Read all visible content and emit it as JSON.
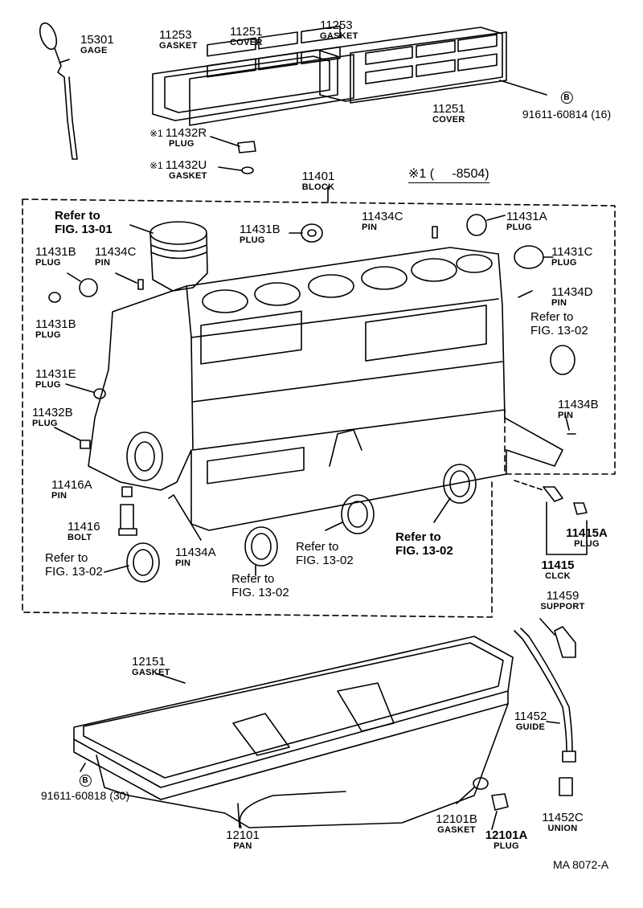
{
  "diagram_code": "MA 8072-A",
  "note": {
    "mark": "※1",
    "range": "(     -8504)"
  },
  "ref_fig_1301": {
    "line1": "Refer to",
    "line2": "FIG. 13-01"
  },
  "ref_fig_1302": {
    "line1": "Refer to",
    "line2": "FIG. 13-02"
  },
  "parts": {
    "p15301": {
      "number": "15301",
      "name": "GAGE"
    },
    "p11253a": {
      "number": "11253",
      "name": "GASKET"
    },
    "p11251a": {
      "number": "11251",
      "name": "COVER"
    },
    "p11253b": {
      "number": "11253",
      "name": "GASKET"
    },
    "p11251b": {
      "number": "11251",
      "name": "COVER"
    },
    "bolt_b_top": {
      "marker": "B",
      "number": "91611-60814 (16)"
    },
    "p11432R": {
      "mark": "※1",
      "number": "11432R",
      "name": "PLUG"
    },
    "p11432U": {
      "mark": "※1",
      "number": "11432U",
      "name": "GASKET"
    },
    "p11401": {
      "number": "11401",
      "name": "BLOCK"
    },
    "p11431B_top": {
      "number": "11431B",
      "name": "PLUG"
    },
    "p11434C_top": {
      "number": "11434C",
      "name": "PIN"
    },
    "p11431A": {
      "number": "11431A",
      "name": "PLUG"
    },
    "p11431C": {
      "number": "11431C",
      "name": "PLUG"
    },
    "p11434D": {
      "number": "11434D",
      "name": "PIN"
    },
    "p11431B_left": {
      "number": "11431B",
      "name": "PLUG"
    },
    "p11434C_left": {
      "number": "11434C",
      "name": "PIN"
    },
    "p11431B_low": {
      "number": "11431B",
      "name": "PLUG"
    },
    "p11431E": {
      "number": "11431E",
      "name": "PLUG"
    },
    "p11432B": {
      "number": "11432B",
      "name": "PLUG"
    },
    "p11434B": {
      "number": "11434B",
      "name": "PIN"
    },
    "p11416A": {
      "number": "11416A",
      "name": "PIN"
    },
    "p11416": {
      "number": "11416",
      "name": "BOLT"
    },
    "p11434A": {
      "number": "11434A",
      "name": "PIN"
    },
    "p11415A": {
      "number": "11415A",
      "name": "PLUG"
    },
    "p11415": {
      "number": "11415",
      "name": "CLCK"
    },
    "p11459": {
      "number": "11459",
      "name": "SUPPORT"
    },
    "p12151": {
      "number": "12151",
      "name": "GASKET"
    },
    "p11452": {
      "number": "11452",
      "name": "GUIDE"
    },
    "bolt_b_bottom": {
      "marker": "B",
      "number": "91611-60818 (30)"
    },
    "p12101": {
      "number": "12101",
      "name": "PAN"
    },
    "p12101B": {
      "number": "12101B",
      "name": "GASKET"
    },
    "p12101A": {
      "number": "12101A",
      "name": "PLUG"
    },
    "p11452C": {
      "number": "11452C",
      "name": "UNION"
    }
  }
}
